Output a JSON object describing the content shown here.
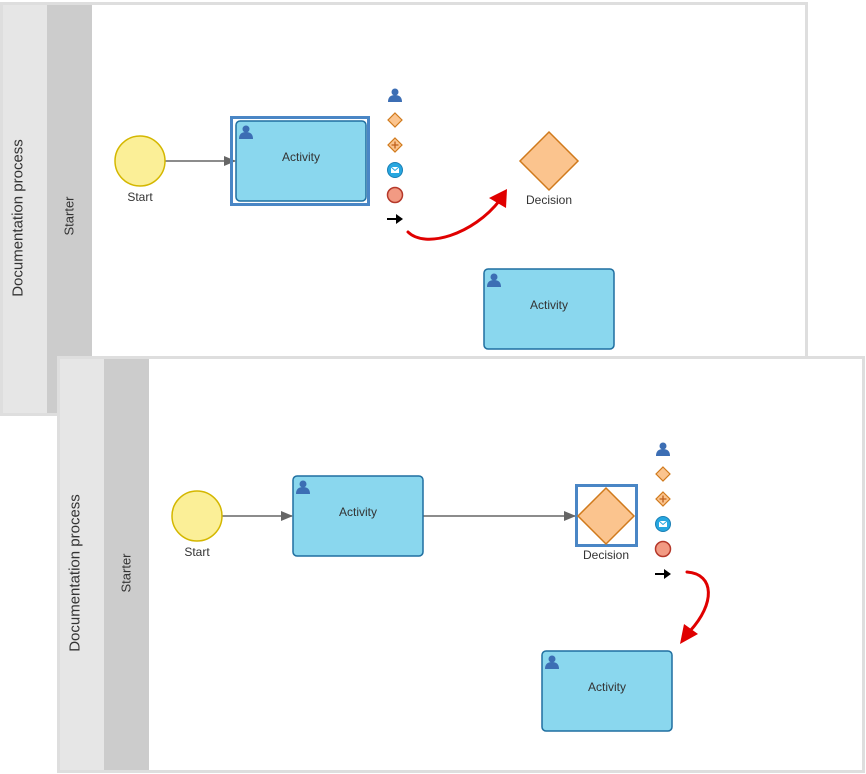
{
  "diagram_before": {
    "pool_label": "Documentation process",
    "lane_label": "Starter",
    "start_label": "Start",
    "activity_selected_label": "Activity",
    "decision_label": "Decision",
    "activity_label": "Activity",
    "context_menu": [
      "user-task-icon",
      "gateway-icon",
      "parallel-gateway-icon",
      "message-event-icon",
      "end-event-icon",
      "sequence-flow-arrow-icon"
    ]
  },
  "diagram_after": {
    "pool_label": "Documentation process",
    "lane_label": "Starter",
    "start_label": "Start",
    "activity_label": "Activity",
    "decision_label": "Decision",
    "new_activity_label": "Activity",
    "context_menu": [
      "user-task-icon",
      "gateway-icon",
      "parallel-gateway-icon",
      "message-event-icon",
      "end-event-icon",
      "sequence-flow-arrow-icon"
    ]
  },
  "colors": {
    "activity_fill": "#8ad7ee",
    "activity_stroke": "#1f6fa0",
    "selection": "#4a86c5",
    "start_fill": "#fbef97",
    "start_stroke": "#d4b700",
    "gateway_fill": "#fbc48e",
    "gateway_stroke": "#d07a1c",
    "annotation_arrow": "#e00000"
  }
}
